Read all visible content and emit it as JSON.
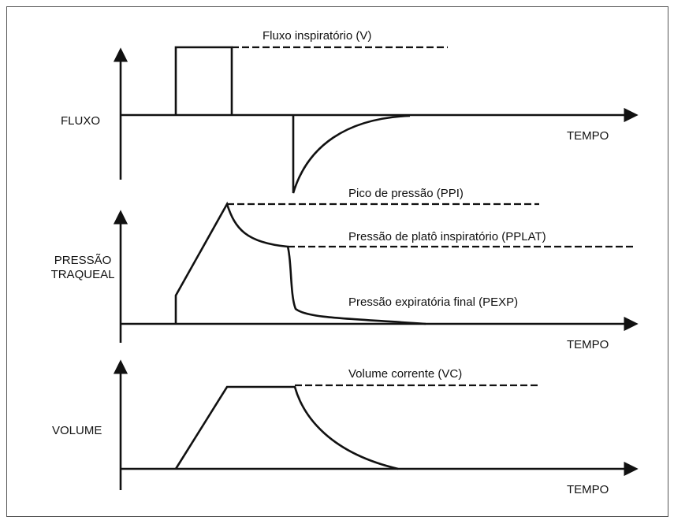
{
  "panels": {
    "flow": {
      "axis_label": "FLUXO",
      "time_label": "TEMPO",
      "annotations": [
        "Fluxo inspiratório (V)"
      ]
    },
    "pressure": {
      "axis_label_line1": "PRESSÃO",
      "axis_label_line2": "TRAQUEAL",
      "time_label": "TEMPO",
      "annotations": [
        "Pico de pressão (PPI)",
        "Pressão de platô inspiratório (PPLAT)",
        "Pressão expiratória final (PEXP)"
      ]
    },
    "volume": {
      "axis_label": "VOLUME",
      "time_label": "TEMPO",
      "annotations": [
        "Volume corrente (VC)"
      ]
    }
  },
  "colors": {
    "line": "#111111",
    "border": "#555555"
  }
}
